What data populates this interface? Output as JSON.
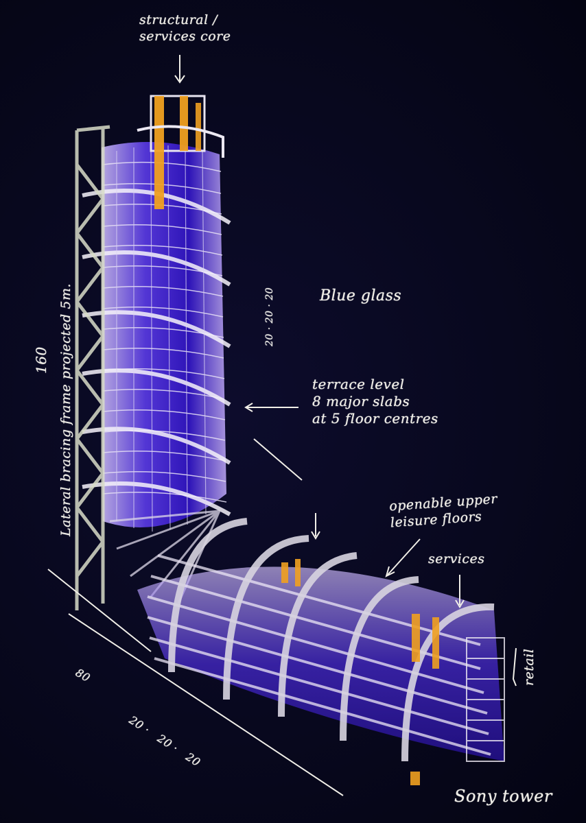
{
  "annotations": {
    "structural_core": "structural /\nservices core",
    "blue_glass": "Blue glass",
    "terrace": "terrace level\n8 major slabs\nat 5 floor centres",
    "openable": "openable upper\nleisure floors",
    "services": "services",
    "retail": "retail",
    "signature": "Sony tower",
    "height": "160",
    "bracing": "Lateral bracing frame projected 5m.",
    "dims_vertical": "20 · 20 · 20",
    "dim_80": "80",
    "dims_base": "20 ·   20 ·   20"
  },
  "colors": {
    "background": "#08081e",
    "glass_blue": "#3b1fd6",
    "glass_violet": "#8d6bf0",
    "chalk_white": "#ece8f2",
    "core_orange": "#f0a020"
  }
}
